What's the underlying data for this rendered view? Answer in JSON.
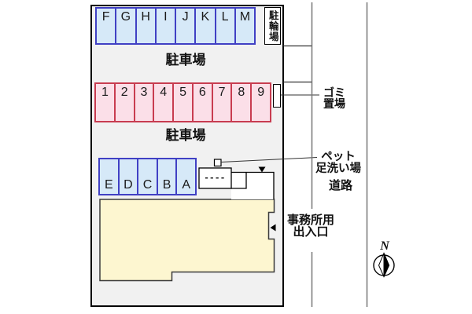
{
  "colors": {
    "site_bg": "#f1f1f1",
    "site_border": "#000000",
    "blue_fill": "#d6e9f8",
    "blue_border": "#4040c4",
    "pink_fill": "#fbdfe8",
    "pink_border": "#c83c50",
    "building_fill": "#fdf6d0",
    "building_border": "#3a3a3a",
    "road_line": "#777777"
  },
  "site": {
    "top_row": {
      "cells": [
        "F",
        "G",
        "H",
        "I",
        "J",
        "K",
        "L",
        "M"
      ]
    },
    "middle_row": {
      "cells": [
        "1",
        "2",
        "3",
        "4",
        "5",
        "6",
        "7",
        "8",
        "9"
      ]
    },
    "bottom_row": {
      "cells": [
        "E",
        "D",
        "C",
        "B",
        "A"
      ]
    },
    "parking_label_top": "駐車場",
    "parking_label_middle": "駐車場",
    "bicycle_box_label": "駐輪場",
    "pet_area_dashes": "----"
  },
  "annotations": {
    "garbage_label": "ゴミ\n置場",
    "pet_wash_label": "ペット\n足洗い場",
    "road_label": "道路",
    "office_entrance_label": "事務所用\n出入口",
    "north_label": "N"
  }
}
